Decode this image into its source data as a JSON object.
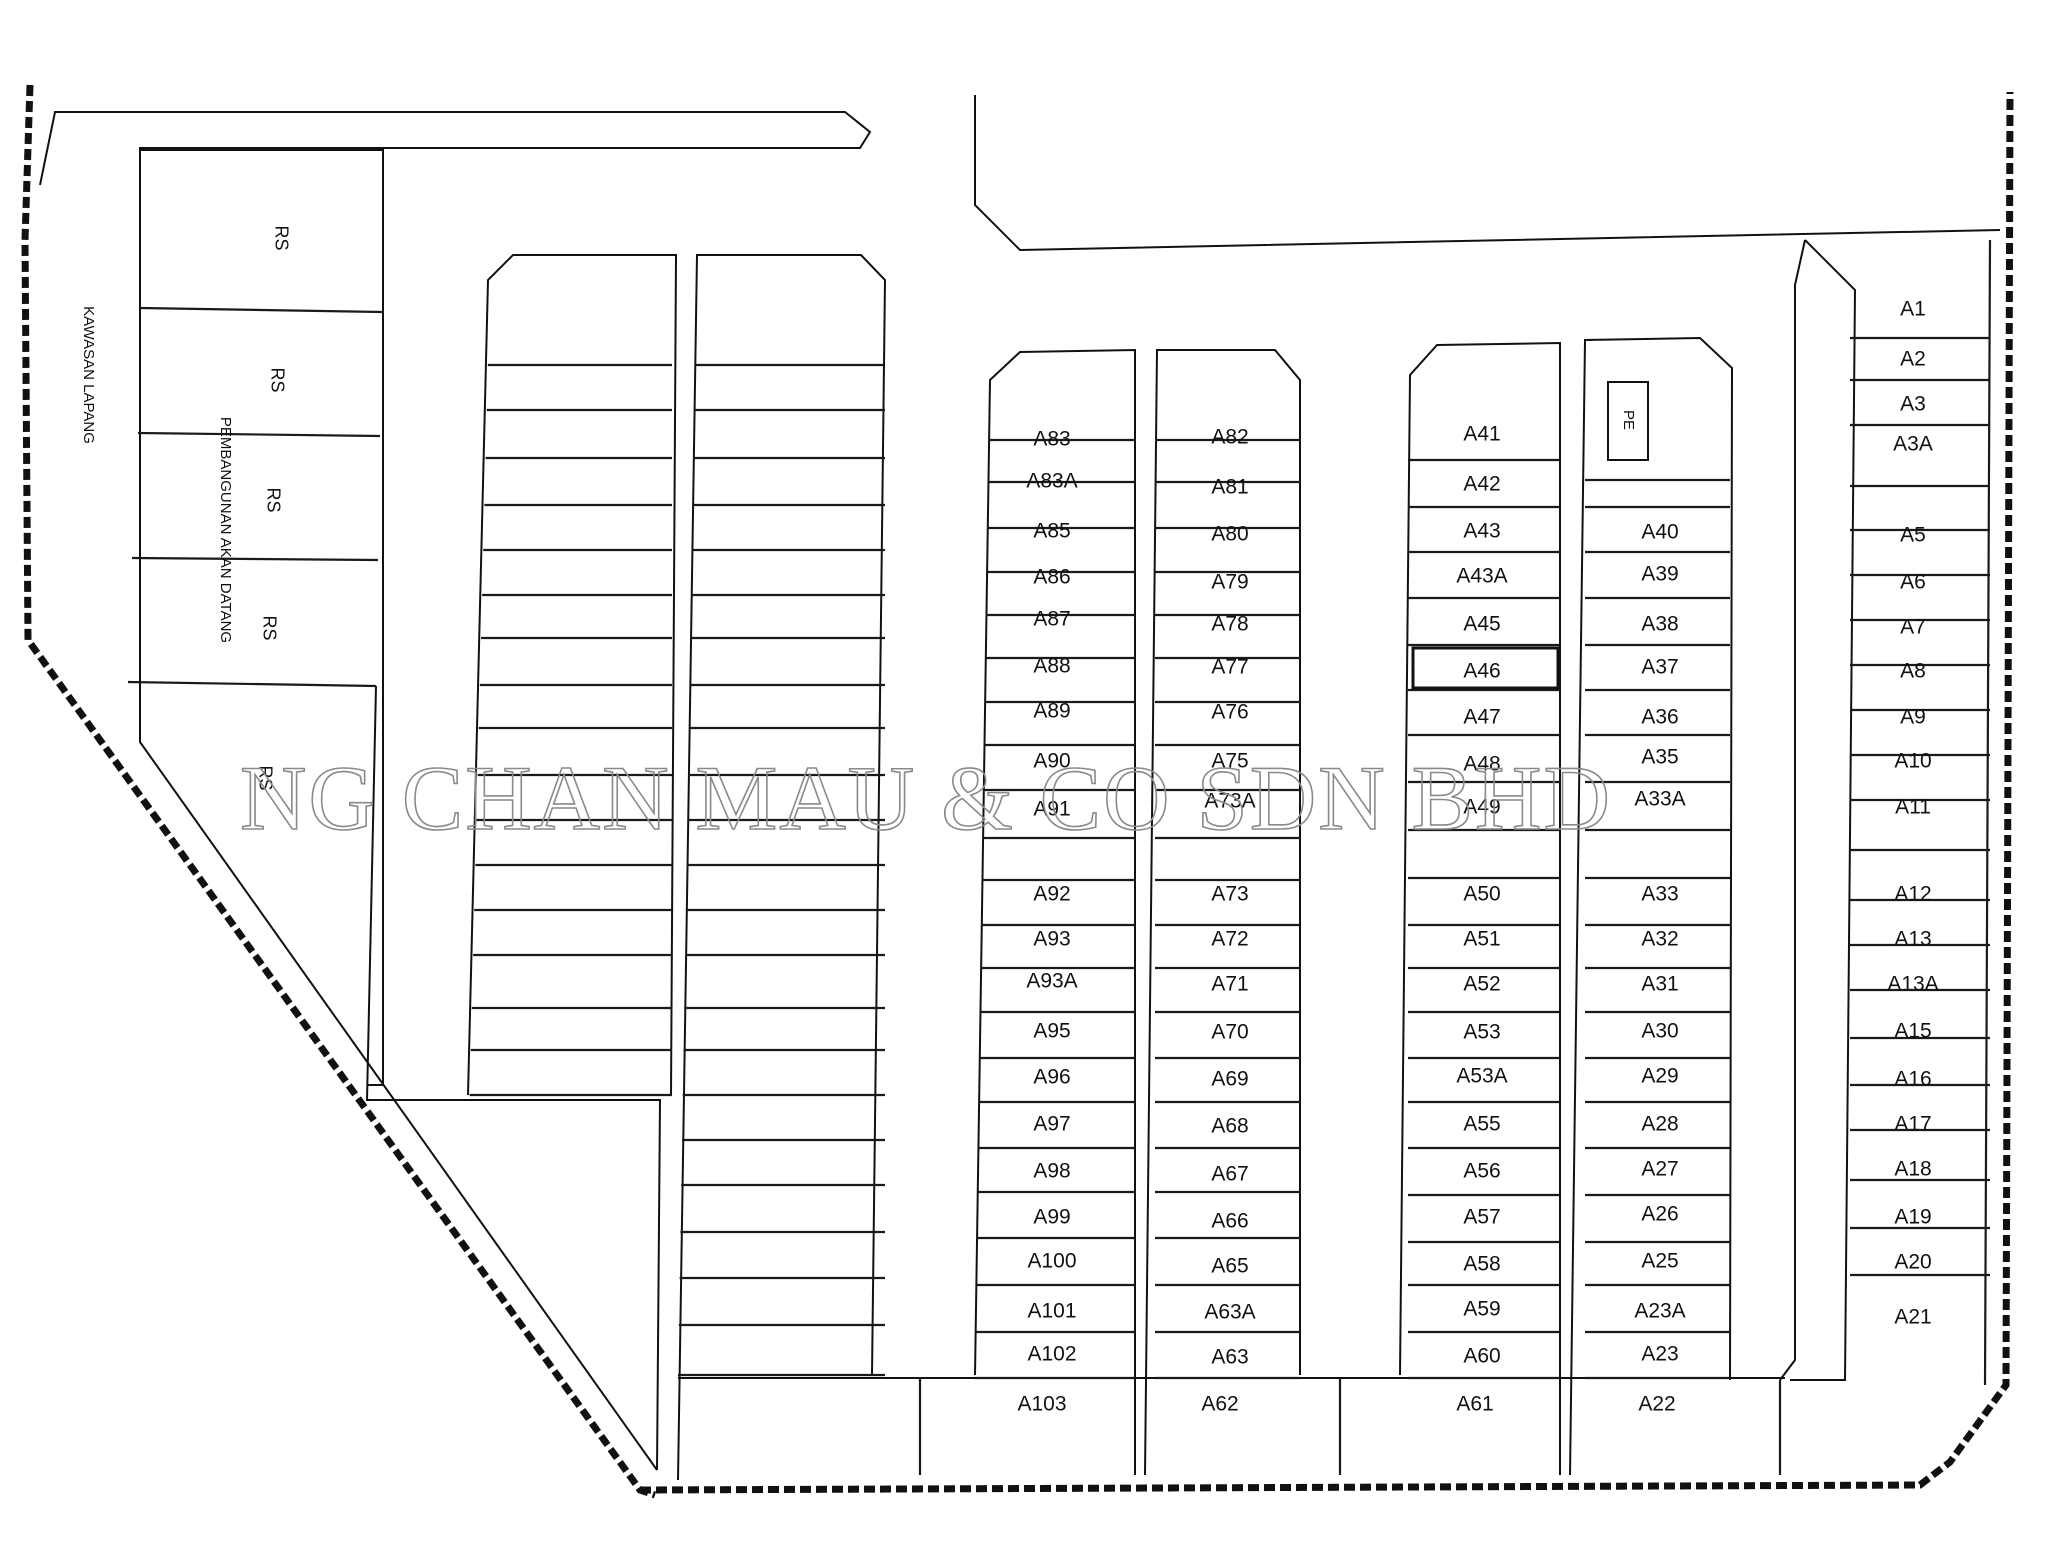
{
  "side_labels": {
    "kawasan_lapang": "KAWASAN LAPANG",
    "pembangunan_akan_datang": "PEMBANGUNAN AKAN DATANG"
  },
  "rs_label": "RS",
  "small_box_label": "PE",
  "watermark": "NG CHAN MAU & CO SDN BHD",
  "columns": {
    "column_a": [
      "A83",
      "A83A",
      "A85",
      "A86",
      "A87",
      "A88",
      "A89",
      "A90",
      "A91",
      "A92",
      "A93",
      "A93A",
      "A95",
      "A96",
      "A97",
      "A98",
      "A99",
      "A100",
      "A101",
      "A102"
    ],
    "column_b": [
      "A82",
      "A81",
      "A80",
      "A79",
      "A78",
      "A77",
      "A76",
      "A75",
      "A73A",
      "A73",
      "A72",
      "A71",
      "A70",
      "A69",
      "A68",
      "A67",
      "A66",
      "A65",
      "A63A",
      "A63"
    ],
    "column_c": [
      "A41",
      "A42",
      "A43",
      "A43A",
      "A45",
      "A46",
      "A47",
      "A48",
      "A49",
      "A50",
      "A51",
      "A52",
      "A53",
      "A53A",
      "A55",
      "A56",
      "A57",
      "A58",
      "A59",
      "A60"
    ],
    "column_d": [
      "A40",
      "A39",
      "A38",
      "A37",
      "A36",
      "A35",
      "A33A",
      "A33",
      "A32",
      "A31",
      "A30",
      "A29",
      "A28",
      "A27",
      "A26",
      "A25",
      "A23A",
      "A23"
    ],
    "column_e": [
      "A1",
      "A2",
      "A3",
      "A3A",
      "A5",
      "A6",
      "A7",
      "A8",
      "A9",
      "A10",
      "A11",
      "A12",
      "A13",
      "A13A",
      "A15",
      "A16",
      "A17",
      "A18",
      "A19",
      "A20",
      "A21"
    ]
  },
  "bottom_row": [
    "A103",
    "A62",
    "A61",
    "A22"
  ],
  "highlighted_lot": "A46"
}
